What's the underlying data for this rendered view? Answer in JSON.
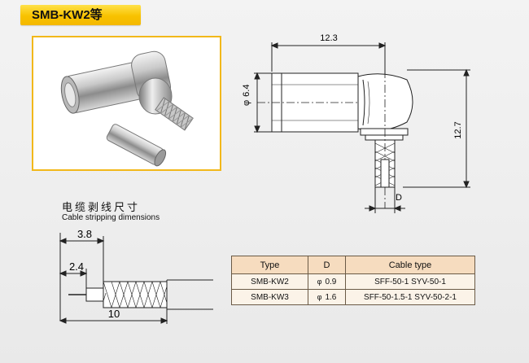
{
  "header": {
    "title": "SMB-KW2等"
  },
  "drawing": {
    "length_label": "12.3",
    "diameter_symbol": "φ",
    "diameter_value": "6.4",
    "height_label": "12.7",
    "d_label": "D"
  },
  "stripping": {
    "title_cn": "电缆剥线尺寸",
    "title_en": "Cable stripping dimensions",
    "dim_1": "3.8",
    "dim_2": "2.4",
    "dim_3": "10"
  },
  "table": {
    "headers": [
      "Type",
      "D",
      "Cable type"
    ],
    "rows": [
      {
        "type": "SMB-KW2",
        "d": "0.9",
        "cable": "SFF-50-1  SYV-50-1"
      },
      {
        "type": "SMB-KW3",
        "d": "1.6",
        "cable": "SFF-50-1.5-1  SYV-50-2-1"
      }
    ]
  }
}
